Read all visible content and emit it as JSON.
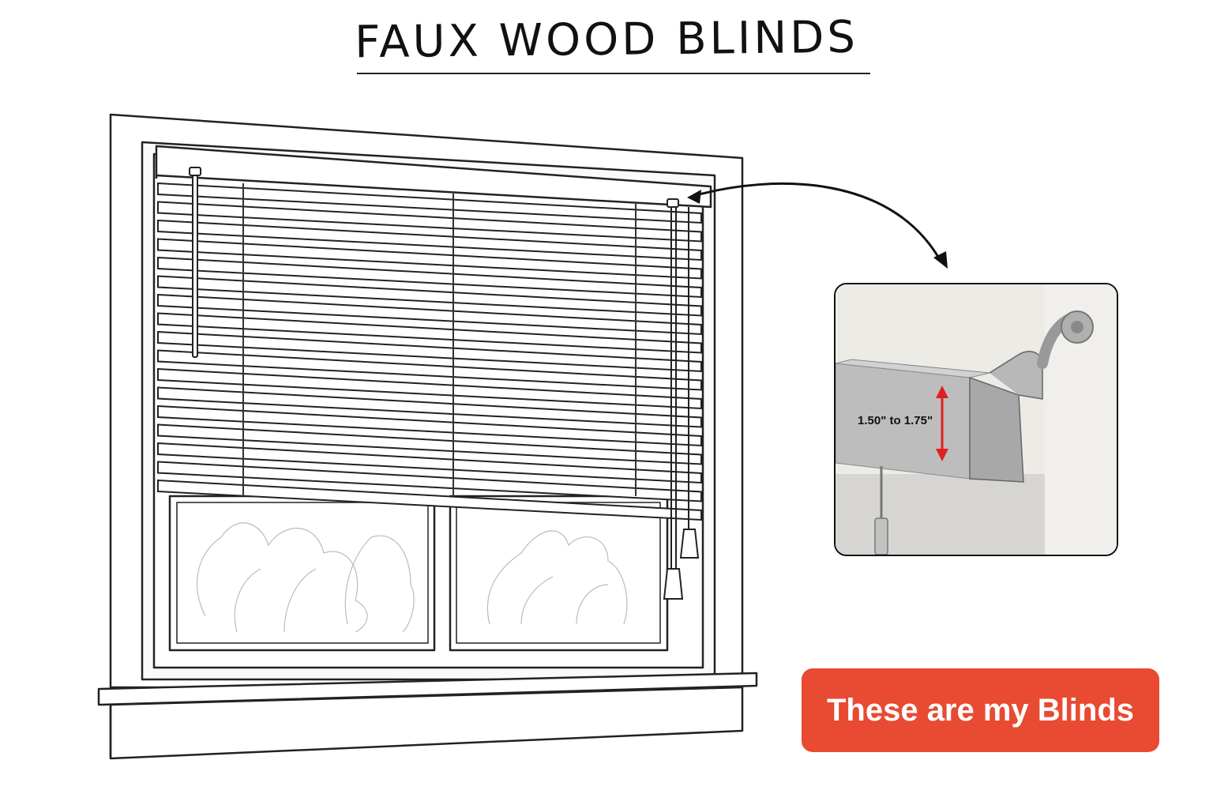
{
  "title": "FAUX WOOD BLINDS",
  "inset": {
    "dimension_label": "1.50\" to 1.75\""
  },
  "cta": {
    "label": "These are my Blinds"
  },
  "colors": {
    "cta_background": "#e84a32",
    "dimension_arrow": "#e02020",
    "line_art": "#222222"
  }
}
